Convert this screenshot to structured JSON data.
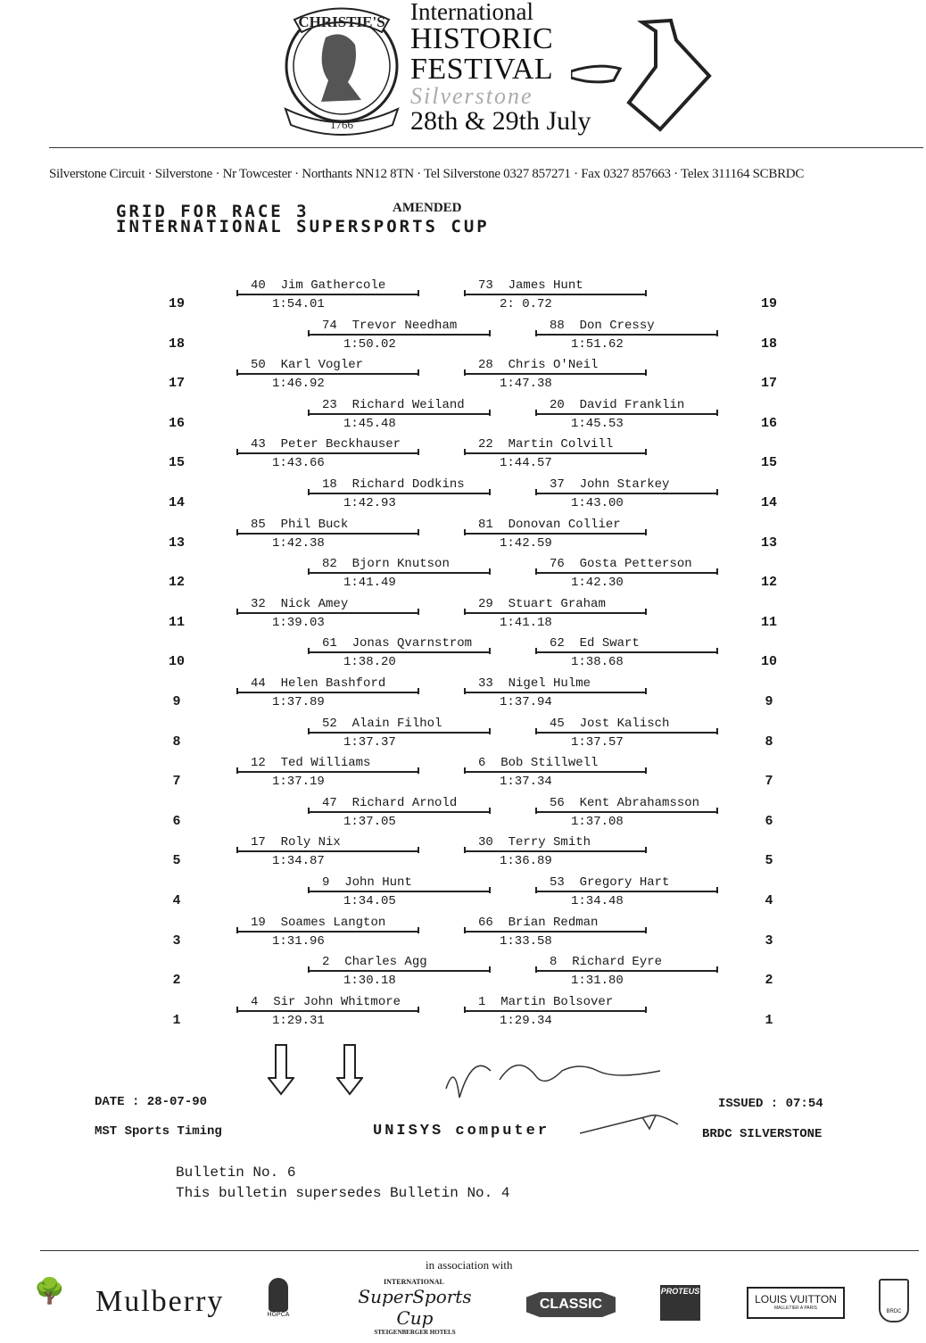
{
  "header": {
    "seal_text": "CHRISTIE'S",
    "seal_year": "1766",
    "festival": [
      "International",
      "HISTORIC",
      "FESTIVAL",
      "Silverstone",
      "28th & 29th July"
    ],
    "address": "Silverstone Circuit · Silverstone · Nr Towcester · Northants NN12 8TN · Tel Silverstone 0327 857271 · Fax 0327 857663 · Telex 311164 SCBRDC"
  },
  "title": {
    "line1": "GRID FOR RACE 3",
    "amended": "AMENDED",
    "line2": "INTERNATIONAL SUPERSPORTS CUP"
  },
  "grid": [
    {
      "pos": "19",
      "left": {
        "num": "40",
        "name": "Jim Gathercole",
        "time": "1:54.01"
      },
      "right": {
        "num": "73",
        "name": "James Hunt",
        "time": "2: 0.72"
      }
    },
    {
      "pos": "18",
      "left": {
        "num": "74",
        "name": "Trevor Needham",
        "time": "1:50.02"
      },
      "right": {
        "num": "88",
        "name": "Don Cressy",
        "time": "1:51.62"
      }
    },
    {
      "pos": "17",
      "left": {
        "num": "50",
        "name": "Karl Vogler",
        "time": "1:46.92"
      },
      "right": {
        "num": "28",
        "name": "Chris O'Neil",
        "time": "1:47.38"
      }
    },
    {
      "pos": "16",
      "left": {
        "num": "23",
        "name": "Richard Weiland",
        "time": "1:45.48"
      },
      "right": {
        "num": "20",
        "name": "David Franklin",
        "time": "1:45.53"
      }
    },
    {
      "pos": "15",
      "left": {
        "num": "43",
        "name": "Peter Beckhauser",
        "time": "1:43.66"
      },
      "right": {
        "num": "22",
        "name": "Martin Colvill",
        "time": "1:44.57"
      }
    },
    {
      "pos": "14",
      "left": {
        "num": "18",
        "name": "Richard Dodkins",
        "time": "1:42.93"
      },
      "right": {
        "num": "37",
        "name": "John Starkey",
        "time": "1:43.00"
      }
    },
    {
      "pos": "13",
      "left": {
        "num": "85",
        "name": "Phil Buck",
        "time": "1:42.38"
      },
      "right": {
        "num": "81",
        "name": "Donovan Collier",
        "time": "1:42.59"
      }
    },
    {
      "pos": "12",
      "left": {
        "num": "82",
        "name": "Bjorn Knutson",
        "time": "1:41.49"
      },
      "right": {
        "num": "76",
        "name": "Gosta Petterson",
        "time": "1:42.30"
      }
    },
    {
      "pos": "11",
      "left": {
        "num": "32",
        "name": "Nick Amey",
        "time": "1:39.03"
      },
      "right": {
        "num": "29",
        "name": "Stuart Graham",
        "time": "1:41.18"
      }
    },
    {
      "pos": "10",
      "left": {
        "num": "61",
        "name": "Jonas Qvarnstrom",
        "time": "1:38.20"
      },
      "right": {
        "num": "62",
        "name": "Ed Swart",
        "time": "1:38.68"
      }
    },
    {
      "pos": "9",
      "left": {
        "num": "44",
        "name": "Helen Bashford",
        "time": "1:37.89"
      },
      "right": {
        "num": "33",
        "name": "Nigel Hulme",
        "time": "1:37.94"
      }
    },
    {
      "pos": "8",
      "left": {
        "num": "52",
        "name": "Alain Filhol",
        "time": "1:37.37"
      },
      "right": {
        "num": "45",
        "name": "Jost Kalisch",
        "time": "1:37.57"
      }
    },
    {
      "pos": "7",
      "left": {
        "num": "12",
        "name": "Ted Williams",
        "time": "1:37.19"
      },
      "right": {
        "num": "6",
        "name": "Bob Stillwell",
        "time": "1:37.34"
      }
    },
    {
      "pos": "6",
      "left": {
        "num": "47",
        "name": "Richard Arnold",
        "time": "1:37.05"
      },
      "right": {
        "num": "56",
        "name": "Kent Abrahamsson",
        "time": "1:37.08"
      }
    },
    {
      "pos": "5",
      "left": {
        "num": "17",
        "name": "Roly Nix",
        "time": "1:34.87"
      },
      "right": {
        "num": "30",
        "name": "Terry Smith",
        "time": "1:36.89"
      }
    },
    {
      "pos": "4",
      "left": {
        "num": "9",
        "name": "John Hunt",
        "time": "1:34.05"
      },
      "right": {
        "num": "53",
        "name": "Gregory Hart",
        "time": "1:34.48"
      }
    },
    {
      "pos": "3",
      "left": {
        "num": "19",
        "name": "Soames Langton",
        "time": "1:31.96"
      },
      "right": {
        "num": "66",
        "name": "Brian Redman",
        "time": "1:33.58"
      }
    },
    {
      "pos": "2",
      "left": {
        "num": "2",
        "name": "Charles Agg",
        "time": "1:30.18"
      },
      "right": {
        "num": "8",
        "name": "Richard Eyre",
        "time": "1:31.80"
      }
    },
    {
      "pos": "1",
      "left": {
        "num": "4",
        "name": "Sir John Whitmore",
        "time": "1:29.31"
      },
      "right": {
        "num": "1",
        "name": "Martin Bolsover",
        "time": "1:29.34"
      }
    }
  ],
  "footer": {
    "date": "DATE : 28-07-90",
    "timing": "MST Sports Timing",
    "computer": "UNISYS computer",
    "issued": "ISSUED : 07:54",
    "venue": "BRDC SILVERSTONE",
    "bulletin": "Bulletin No. 6",
    "supersedes": "This bulletin supersedes Bulletin No. 4"
  },
  "sponsors": {
    "assoc": "in association with",
    "mulberry": "Mulberry",
    "hgpca": "HGPCA",
    "ssc_top": "INTERNATIONAL",
    "ssc": "SuperSports Cup",
    "ssc_bottom": "STEIGENBERGER HOTELS",
    "classic": "CLASSIC",
    "proteus": "PROTEUS",
    "lv": "LOUIS VUITTON",
    "lv_sub": "MALLETIER A PARIS",
    "brdc": "BRDC"
  }
}
